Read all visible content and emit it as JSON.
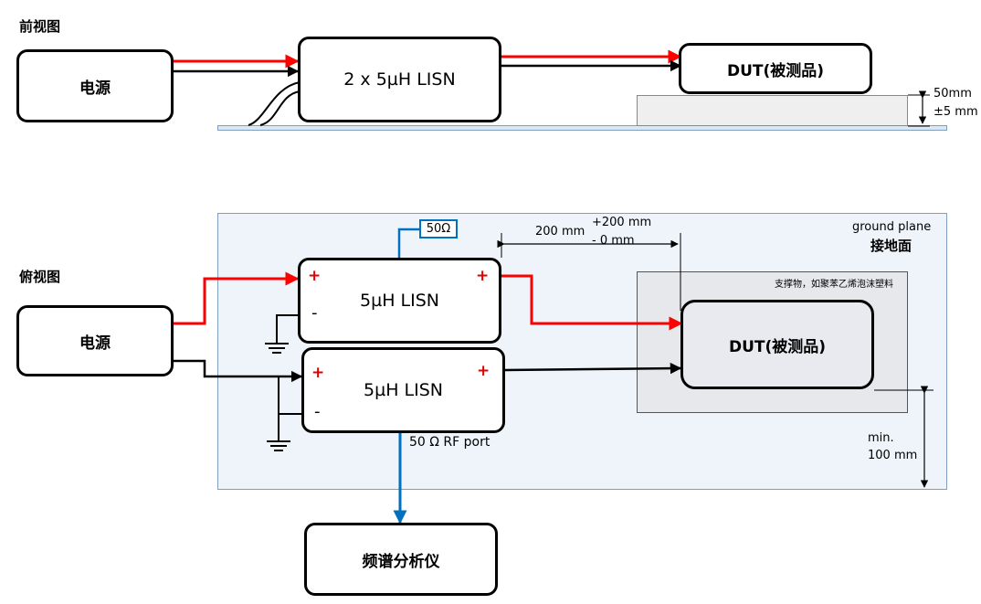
{
  "front_view": {
    "title": "前视图",
    "power_label": "电源",
    "lisn_label": "2 x 5µH LISN",
    "dut_label": "DUT(被测品)",
    "height_line1": "50mm",
    "height_line2": "±5 mm"
  },
  "top_view": {
    "title": "俯视图",
    "power_label": "电源",
    "lisn_top_label": "5µH LISN",
    "lisn_bottom_label": "5µH LISN",
    "plus_sign": "+",
    "minus_sign": "-",
    "load_50ohm": "50Ω",
    "dist_label": "200 mm",
    "tol_line1": "+200 mm",
    "tol_line2": "- 0 mm",
    "ground_plane_en": "ground plane",
    "ground_plane_cn": "接地面",
    "support_label": "支撑物，如聚苯乙烯泡沫塑料",
    "dut_label": "DUT(被测品)",
    "min_line1": "min.",
    "min_line2": "100 mm",
    "rf_port_label": "50 Ω RF port",
    "analyzer_label": "频谱分析仪"
  },
  "colors": {
    "line_red": "#ff0000",
    "line_black": "#000000",
    "line_blue": "#0070c0",
    "ground_plane_fill": "#eef4fa",
    "ground_plane_border": "#7f9fc0",
    "support_fill": "#e6e8ec",
    "dut_fill": "#e8eaef",
    "front_support_fill": "#efefef"
  }
}
